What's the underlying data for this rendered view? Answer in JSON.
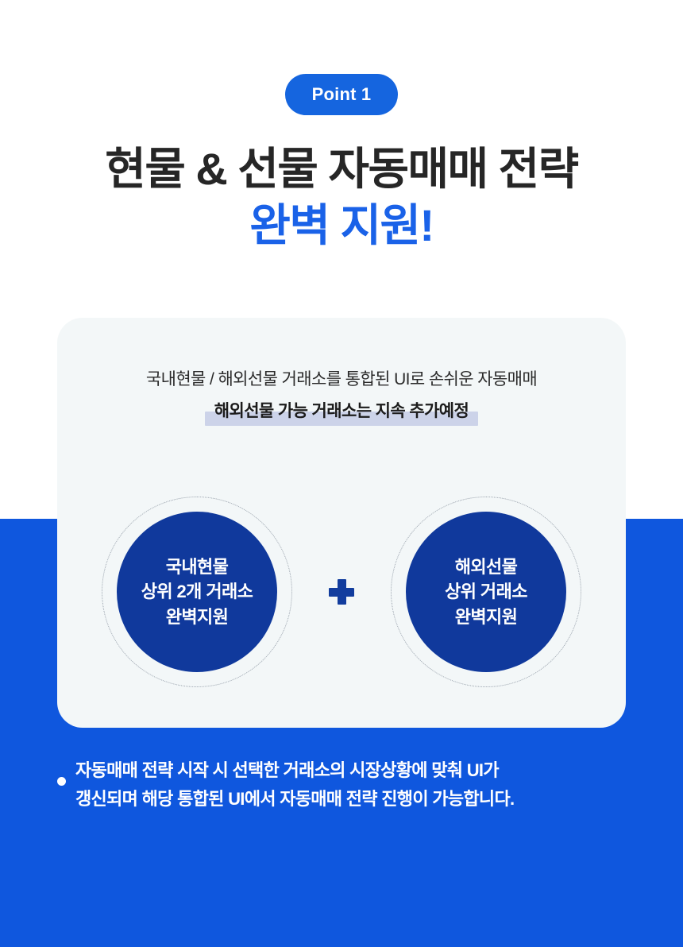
{
  "badge": {
    "label": "Point 1"
  },
  "headline": {
    "line1": "현물 & 선물 자동매매 전략",
    "line2": "완벽 지원!"
  },
  "card": {
    "description_line1": "국내현물 / 해외선물 거래소를 통합된 UI로 손쉬운 자동매매",
    "description_line2": "해외선물 가능 거래소는 지속 추가예정",
    "operator": "+",
    "circles": [
      {
        "line1": "국내현물",
        "line2": "상위 2개 거래소",
        "line3": "완벽지원"
      },
      {
        "line1": "해외선물",
        "line2": "상위 거래소",
        "line3": "완벽지원"
      }
    ]
  },
  "footnote": {
    "line1": "자동매매 전략 시작 시 선택한 거래소의 시장상황에 맞춰 UI가",
    "line2": "갱신되며 해당 통합된 UI에서 자동매매 전략 진행이 가능합니다."
  },
  "colors": {
    "band_blue": "#0f57de",
    "pill_blue": "#1565df",
    "accent_blue": "#1a62e8",
    "circle_navy": "#10399c",
    "card_bg": "#f3f7f8",
    "highlight": "#ccd3e9",
    "heading_dark": "#262626"
  }
}
